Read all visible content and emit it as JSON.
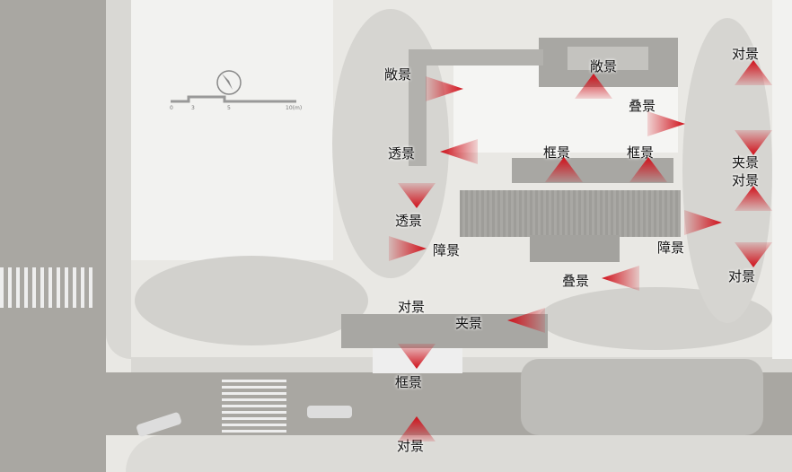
{
  "colors": {
    "marker": "#d0101a",
    "road": "#a9a7a2",
    "ground": "#e9e8e4",
    "building": "#a8a7a3"
  },
  "scale_bar": {
    "ticks": [
      "0",
      "3",
      "5",
      "10(m)"
    ]
  },
  "compass": {
    "icon": "north-arrow-icon"
  },
  "markers": [
    {
      "label": "敞景",
      "dir": "right"
    },
    {
      "label": "敞景",
      "dir": "up"
    },
    {
      "label": "对景",
      "dir": "up"
    },
    {
      "label": "叠景",
      "dir": "right"
    },
    {
      "label": "透景",
      "dir": "left"
    },
    {
      "label": "框景",
      "dir": "up"
    },
    {
      "label": "框景",
      "dir": "up"
    },
    {
      "label": "夹景",
      "dir": "down"
    },
    {
      "label": "对景",
      "dir": "up"
    },
    {
      "label": "透景",
      "dir": "down"
    },
    {
      "label": "障景",
      "dir": "right"
    },
    {
      "label": "障景",
      "dir": "right"
    },
    {
      "label": "对景",
      "dir": "down"
    },
    {
      "label": "叠景",
      "dir": "left"
    },
    {
      "label": "对景",
      "dir": "none"
    },
    {
      "label": "夹景",
      "dir": "left"
    },
    {
      "label": "框景",
      "dir": "down"
    },
    {
      "label": "对景",
      "dir": "up"
    }
  ]
}
